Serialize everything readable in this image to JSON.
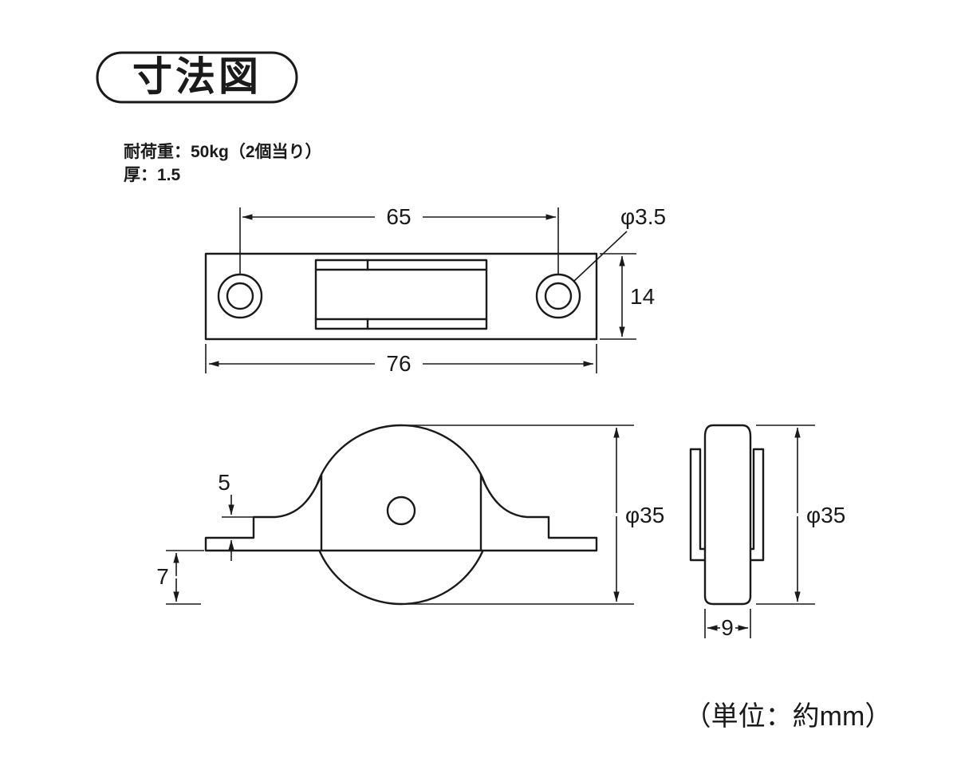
{
  "title": "寸法図",
  "specs": {
    "load": "耐荷重：50kg（2個当り）",
    "thickness": "厚：1.5"
  },
  "unit_note": "（単位：約mm）",
  "views": {
    "top": {
      "hole_spacing": "65",
      "hole_diameter": "φ3.5",
      "plate_height": "14",
      "plate_width": "76"
    },
    "side": {
      "step_height": "5",
      "protrusion": "7",
      "wheel_diameter": "φ35"
    },
    "end": {
      "wheel_diameter": "φ35",
      "wheel_width": "9"
    }
  },
  "colors": {
    "line": "#1a1a1a",
    "background": "#ffffff"
  }
}
